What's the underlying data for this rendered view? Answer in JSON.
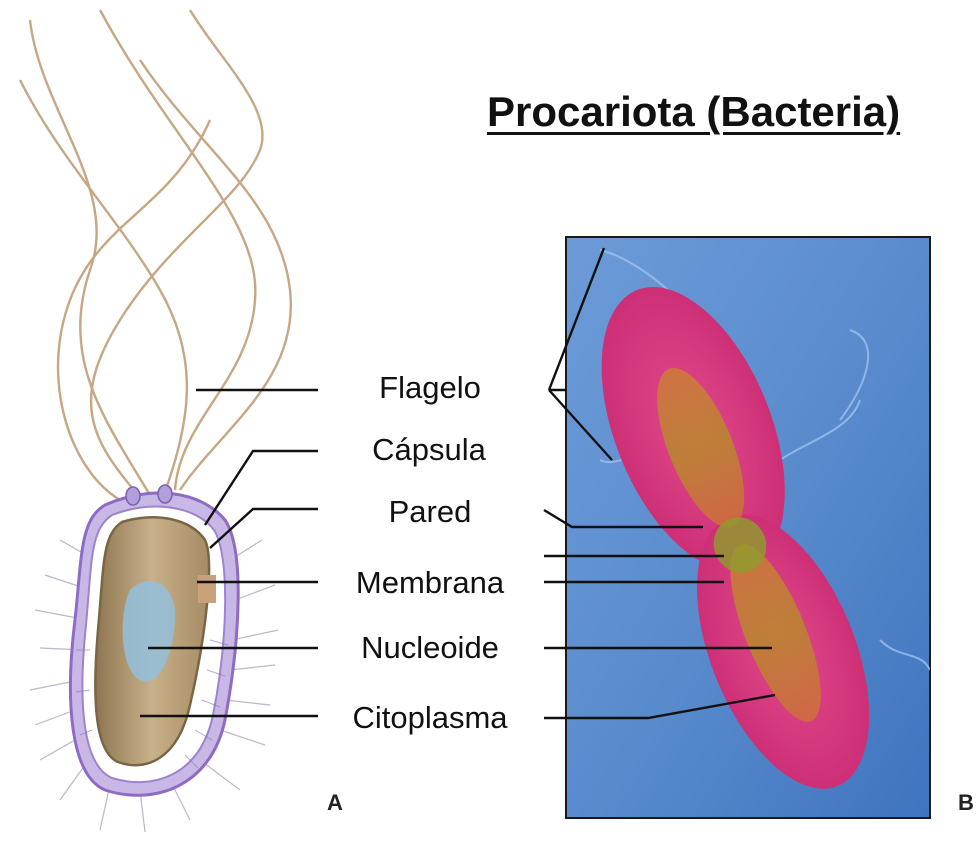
{
  "title": "Procariota (Bacteria)",
  "labels": {
    "flagelo": "Flagelo",
    "capsula": "Cápsula",
    "pared": "Pared",
    "membrana": "Membrana",
    "nucleoide": "Nucleoide",
    "citoplasma": "Citoplasma"
  },
  "panels": {
    "a": "A",
    "b": "B"
  },
  "colors": {
    "photo_background": "#5b8fd0",
    "bacterium_magenta": "#d2337a",
    "bacterium_core": "#c58a2a",
    "capsule_purple": "#b9a6dc",
    "cytoplasm_tan": "#b39a72",
    "nucleoid_blue": "#93c0dc",
    "flagella_tan": "#c7a783"
  }
}
